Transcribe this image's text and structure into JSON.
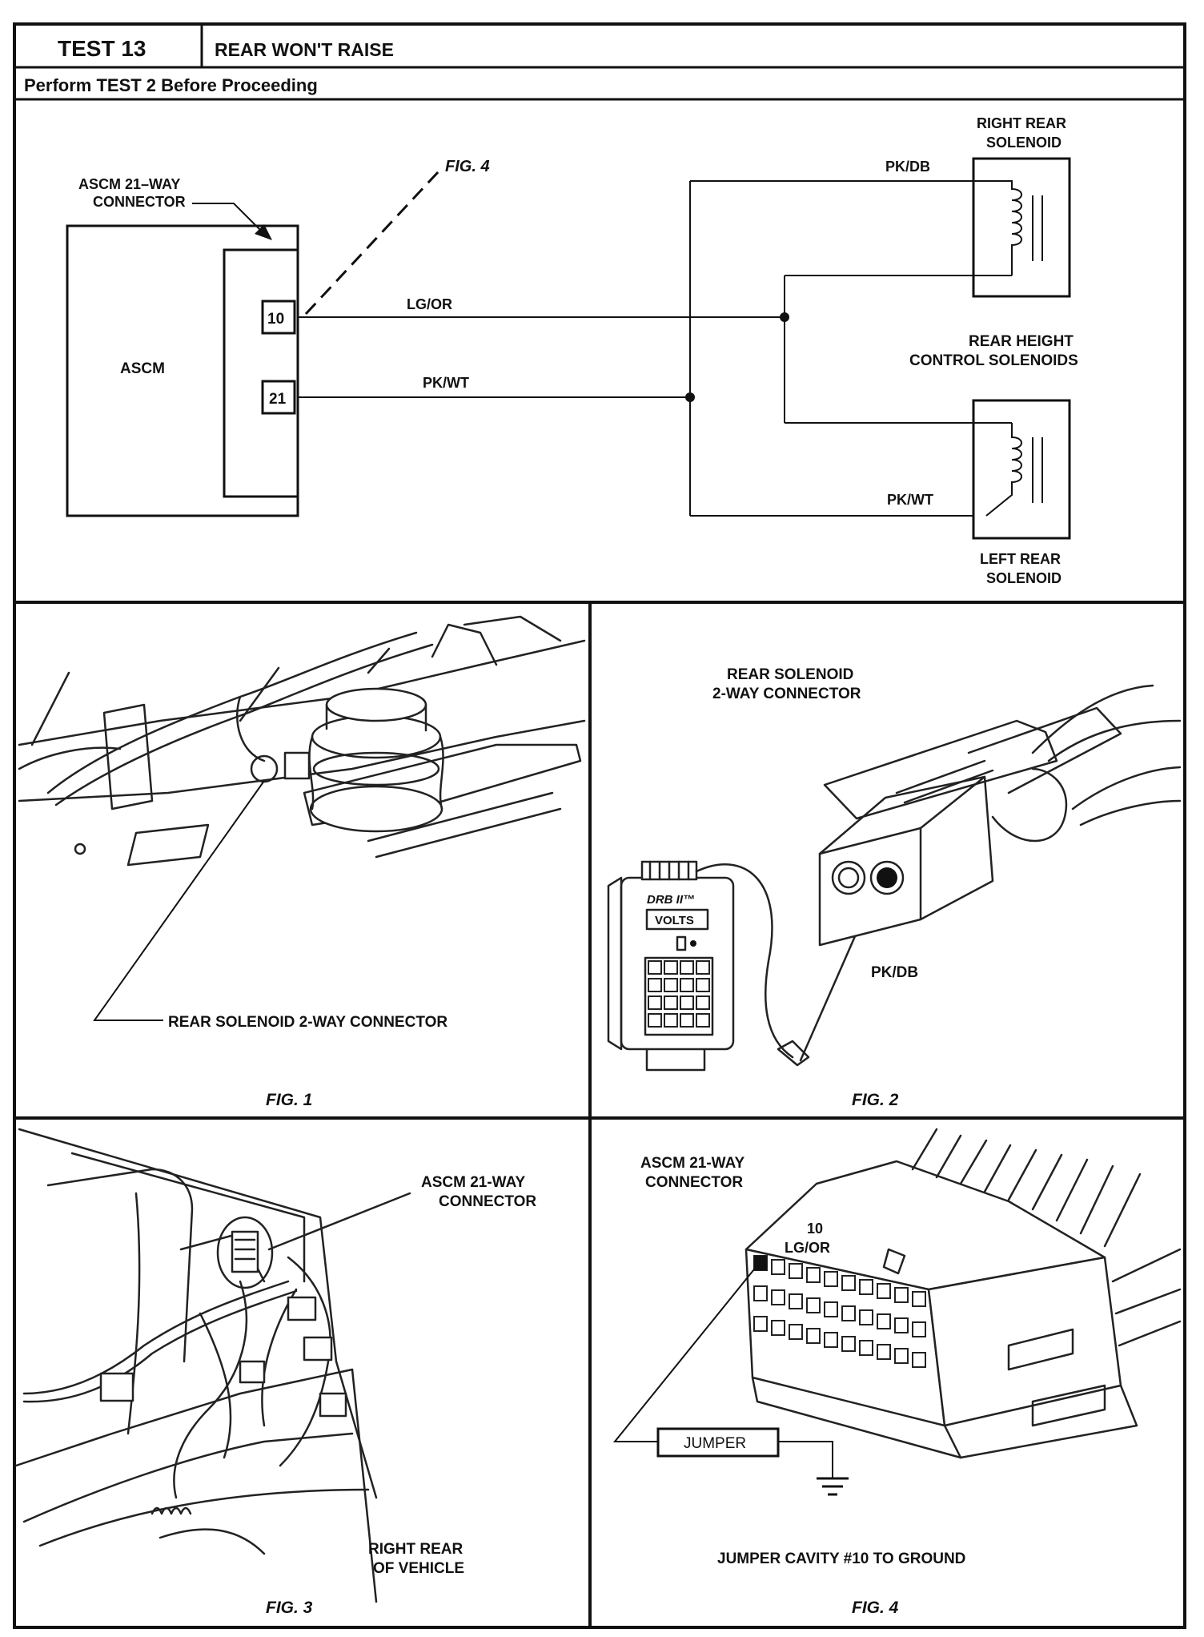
{
  "header": {
    "test_number": "TEST 13",
    "title": "REAR WON'T RAISE",
    "subtitle": "Perform TEST 2 Before Proceeding"
  },
  "schematic": {
    "ascm_box": "ASCM",
    "connector_label_line1": "ASCM 21–WAY",
    "connector_label_line2": "CONNECTOR",
    "pins": [
      "10",
      "21"
    ],
    "fig_ref": "FIG. 4",
    "wire_lgor": "LG/OR",
    "wire_pkwt": "PK/WT",
    "wire_pkdb_right": "PK/DB",
    "wire_pkwt_left": "PK/WT",
    "right_solenoid_line1": "RIGHT REAR",
    "right_solenoid_line2": "SOLENOID",
    "left_solenoid_line1": "LEFT REAR",
    "left_solenoid_line2": "SOLENOID",
    "group_label_line1": "REAR HEIGHT",
    "group_label_line2": "CONTROL SOLENOIDS"
  },
  "fig1": {
    "callout": "REAR SOLENOID 2-WAY CONNECTOR",
    "caption": "FIG. 1"
  },
  "fig2": {
    "title_line1": "REAR SOLENOID",
    "title_line2": "2-WAY CONNECTOR",
    "meter_brand": "DRB II™",
    "meter_display": "VOLTS",
    "wire_label": "PK/DB",
    "caption": "FIG. 2"
  },
  "fig3": {
    "callout_line1": "ASCM 21-WAY",
    "callout_line2": "CONNECTOR",
    "location_line1": "RIGHT REAR",
    "location_line2": "OF VEHICLE",
    "caption": "FIG. 3"
  },
  "fig4": {
    "title_line1": "ASCM 21-WAY",
    "title_line2": "CONNECTOR",
    "cavity_number": "10",
    "cavity_wire": "LG/OR",
    "jumper_label": "JUMPER",
    "instruction": "JUMPER CAVITY #10 TO GROUND",
    "caption": "FIG. 4"
  }
}
